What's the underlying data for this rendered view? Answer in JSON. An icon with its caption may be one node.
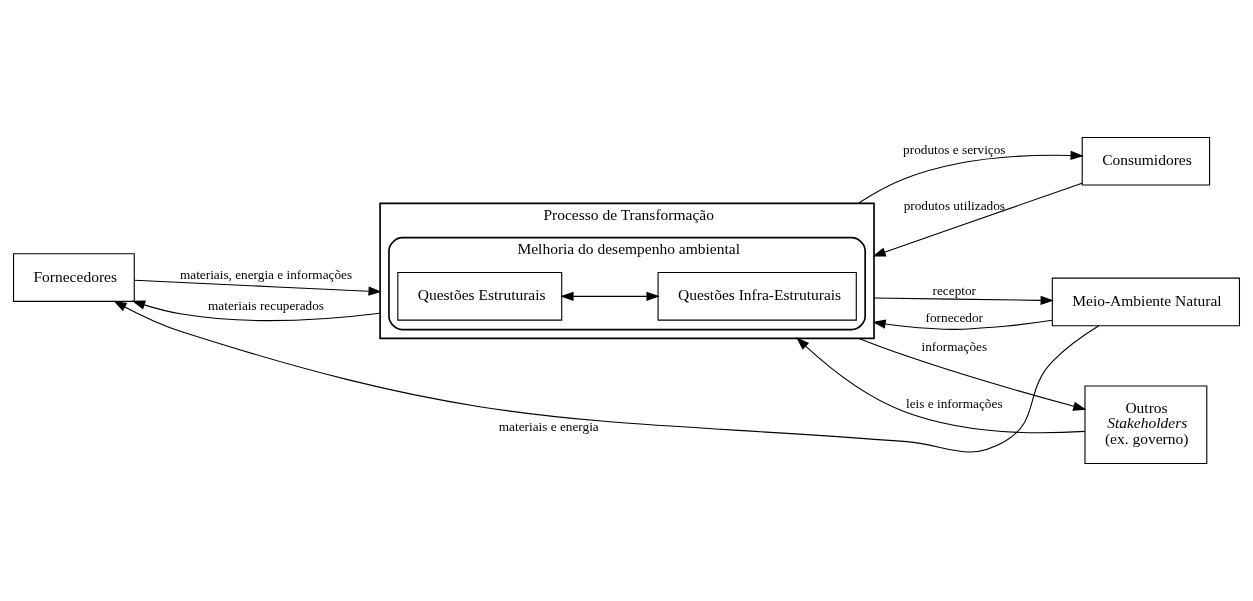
{
  "diagram": {
    "nodes": [
      {
        "text": [
          "Processo de Transformação"
        ]
      },
      {
        "text": [
          "Melhoria do desempenho ambiental"
        ],
        "in": 0
      },
      {
        "text": [
          "Questões Estruturais"
        ],
        "in": 1
      },
      {
        "text": [
          "Questões Infra-Estruturais"
        ],
        "in": 1
      },
      {
        "text": [
          "Fornecedores"
        ]
      },
      {
        "text": [
          "Consumidores"
        ]
      },
      {
        "text": [
          "Meio-Ambiente Natural"
        ]
      },
      {
        "text": [
          "Outros *Stakeholders* (ex. governo)"
        ]
      }
    ],
    "edges": [
      {
        "from": 4,
        "to": 0,
        "arrow": "to",
        "label": "materiais, energia e informações"
      },
      {
        "from": 0,
        "to": 4,
        "arrow": "to",
        "label": "materiais recuperados"
      },
      {
        "from": 2,
        "to": 3,
        "arrow": "both"
      },
      {
        "from": 0,
        "to": 5,
        "arrow": "to",
        "label": "produtos e serviços"
      },
      {
        "from": 5,
        "to": 0,
        "arrow": "to",
        "label": "produtos utilizados"
      },
      {
        "from": 0,
        "to": 6,
        "arrow": "to",
        "label": "receptor"
      },
      {
        "from": 6,
        "to": 0,
        "arrow": "to",
        "label": "fornecedor"
      },
      {
        "from": 0,
        "to": 7,
        "arrow": "to",
        "label": "informações"
      },
      {
        "from": 7,
        "to": 0,
        "arrow": "to",
        "label": "leis e informações"
      },
      {
        "from": 6,
        "to": 4,
        "arrow": "to",
        "label": "materiais e energia"
      }
    ]
  }
}
